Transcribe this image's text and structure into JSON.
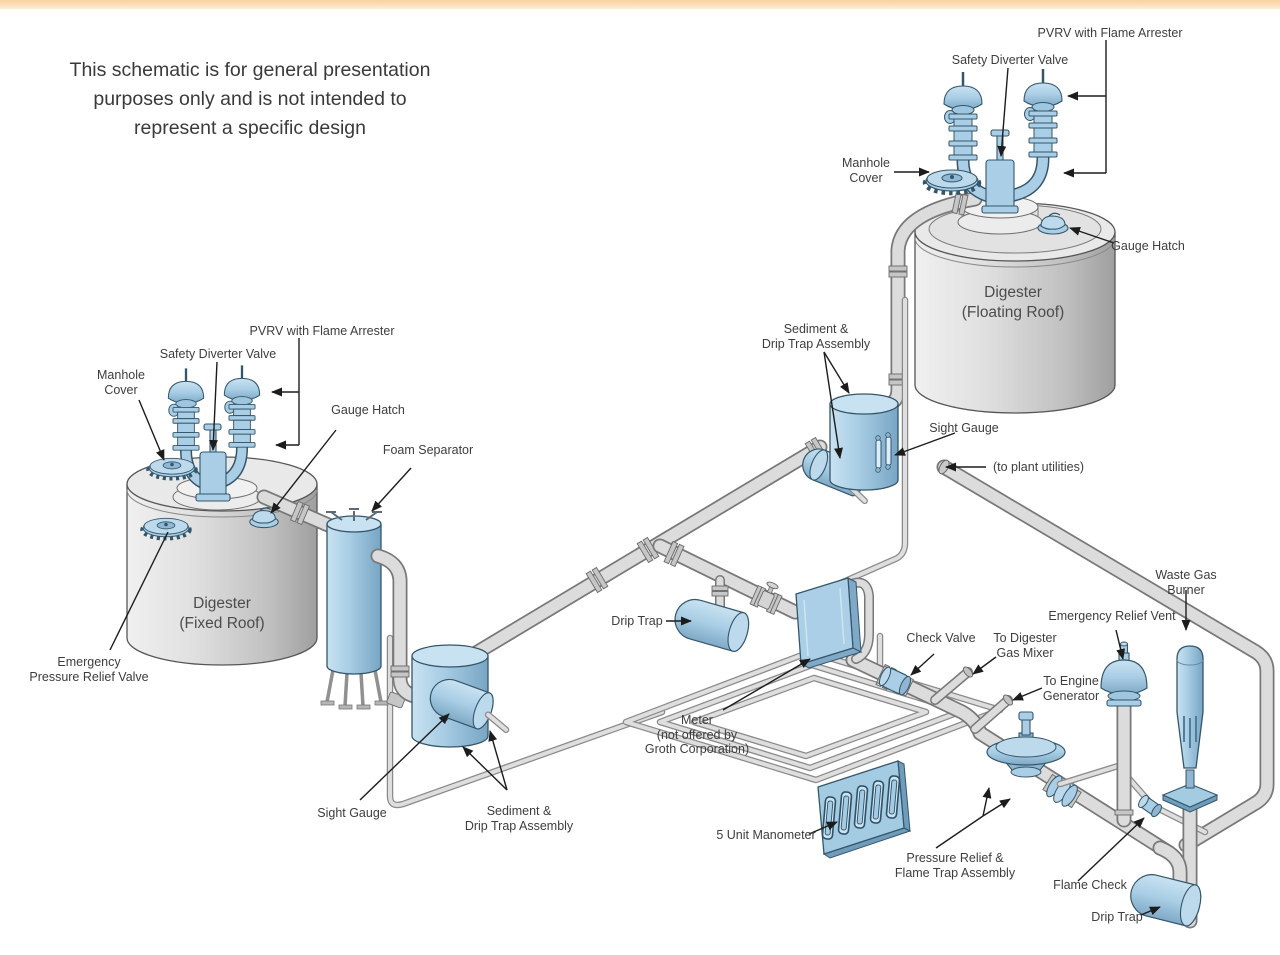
{
  "meta": {
    "top_bar_color": "#fbdcb2",
    "background_color": "#ffffff",
    "accent_blue": "#a9cee5",
    "line_color": "#34566b"
  },
  "disclaimer": "This schematic is for general presentation\npurposes only and is not intended to\nrepresent a specific design",
  "labels": {
    "pvrv_floating": "PVRV with Flame Arrester",
    "safety_diverter_floating": "Safety Diverter Valve",
    "manhole_floating": "Manhole\nCover",
    "gauge_hatch_floating": "Gauge Hatch",
    "digester_floating": "Digester\n(Floating Roof)",
    "sediment_trap_upper": "Sediment &\nDrip Trap Assembly",
    "sight_gauge_upper": "Sight Gauge",
    "to_plant_utilities": "(to plant utilities)",
    "pvrv_fixed": "PVRV with Flame Arrester",
    "safety_diverter_fixed": "Safety Diverter Valve",
    "manhole_fixed": "Manhole\nCover",
    "gauge_hatch_fixed": "Gauge Hatch",
    "foam_separator": "Foam Separator",
    "digester_fixed": "Digester\n(Fixed Roof)",
    "emergency_pressure_relief_valve": "Emergency\nPressure Relief Valve",
    "sight_gauge_lower": "Sight Gauge",
    "sediment_trap_lower": "Sediment &\nDrip Trap Assembly",
    "drip_trap_center": "Drip Trap",
    "meter": "Meter\n(not offered by\nGroth Corporation)",
    "check_valve": "Check Valve",
    "to_digester_gas_mixer": "To Digester\nGas Mixer",
    "to_engine_generator": "To Engine\nGenerator",
    "emergency_relief_vent": "Emergency Relief Vent",
    "waste_gas_burner": "Waste Gas Burner",
    "manometer": "5 Unit Manometer",
    "pressure_relief_flame_trap": "Pressure Relief &\nFlame Trap Assembly",
    "flame_check": "Flame Check",
    "drip_trap_lower_right": "Drip Trap"
  }
}
